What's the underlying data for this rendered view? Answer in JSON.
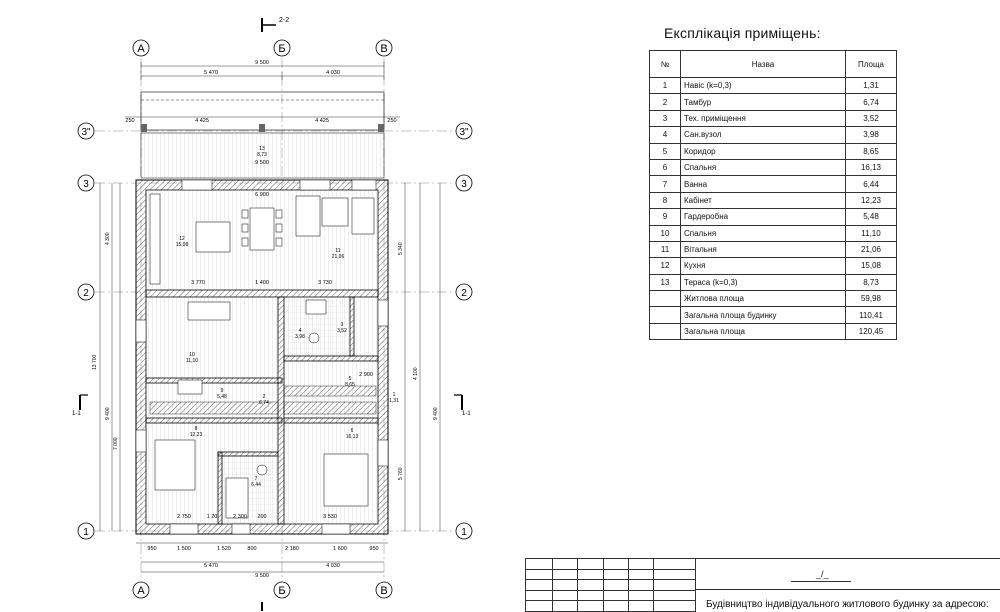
{
  "plan": {
    "section_top": "2-2",
    "section_side": "1-1",
    "axes_vertical": [
      "А",
      "Б",
      "В"
    ],
    "axes_horizontal": [
      "3\"",
      "3",
      "2",
      "1"
    ],
    "dims": {
      "top_total": "9 500",
      "top_a_b": "5 470",
      "top_b_c": "4 030",
      "terrace_left": "4 425",
      "terrace_right": "4 425",
      "terrace_edge": "250",
      "terrace_total": "9 500",
      "bottom_total": "9 500",
      "bottom_a_b": "5 470",
      "bottom_b_c": "4 030",
      "bottom_segments": [
        "950",
        "1 500",
        "1 520",
        "800",
        "2 180",
        "1 600",
        "950"
      ],
      "left_total": "13 700",
      "left_upper": "4 300",
      "left_lower": "9 400",
      "left_lower_2": "7 000",
      "right_upper": "5 340",
      "right_lower": "5 760",
      "right_total": "9 400",
      "right_mid": "4 100",
      "inner_dims": [
        "6 900",
        "3 770",
        "1 400",
        "3 730",
        "2 750",
        "1 20",
        "2 300",
        "200",
        "3 530",
        "2 900"
      ]
    },
    "rooms": [
      {
        "num": "13",
        "area": "8,73"
      },
      {
        "num": "12",
        "area": "15,08"
      },
      {
        "num": "11",
        "area": "21,06"
      },
      {
        "num": "10",
        "area": "11,10"
      },
      {
        "num": "4",
        "area": "3,98"
      },
      {
        "num": "3",
        "area": "3,52"
      },
      {
        "num": "5",
        "area": "8,65"
      },
      {
        "num": "9",
        "area": "5,48"
      },
      {
        "num": "2",
        "area": "6,74"
      },
      {
        "num": "1",
        "area": "1,31"
      },
      {
        "num": "8",
        "area": "12,23"
      },
      {
        "num": "6",
        "area": "16,13"
      },
      {
        "num": "7",
        "area": "6,44"
      }
    ]
  },
  "explication": {
    "title": "Експлікація приміщень:",
    "headers": {
      "num": "№",
      "name": "Назва",
      "area": "Площа"
    },
    "rows": [
      {
        "num": "1",
        "name": "Навіс (k=0,3)",
        "area": "1,31"
      },
      {
        "num": "2",
        "name": "Тамбур",
        "area": "6,74"
      },
      {
        "num": "3",
        "name": "Тех. приміщення",
        "area": "3,52"
      },
      {
        "num": "4",
        "name": "Сан.вузол",
        "area": "3,98"
      },
      {
        "num": "5",
        "name": "Коридор",
        "area": "8,65"
      },
      {
        "num": "6",
        "name": "Спальня",
        "area": "16,13"
      },
      {
        "num": "7",
        "name": "Ванна",
        "area": "6,44"
      },
      {
        "num": "8",
        "name": "Кабінет",
        "area": "12,23"
      },
      {
        "num": "9",
        "name": "Гардеробна",
        "area": "5,48"
      },
      {
        "num": "10",
        "name": "Спальня",
        "area": "11,10"
      },
      {
        "num": "11",
        "name": "Вітальня",
        "area": "21,06"
      },
      {
        "num": "12",
        "name": "Кухня",
        "area": "15,08"
      },
      {
        "num": "13",
        "name": "Тераса (k=0,3)",
        "area": "8,73"
      }
    ],
    "totals": [
      {
        "name": "Житлова площа",
        "area": "59,98"
      },
      {
        "name": "Загальна площа будинку",
        "area": "110,41"
      },
      {
        "name": "Загальна площа",
        "area": "120,45"
      }
    ]
  },
  "stamp": {
    "code": "_/_",
    "description": "Будівництво індивідуального житлового будинку за адресою:"
  }
}
